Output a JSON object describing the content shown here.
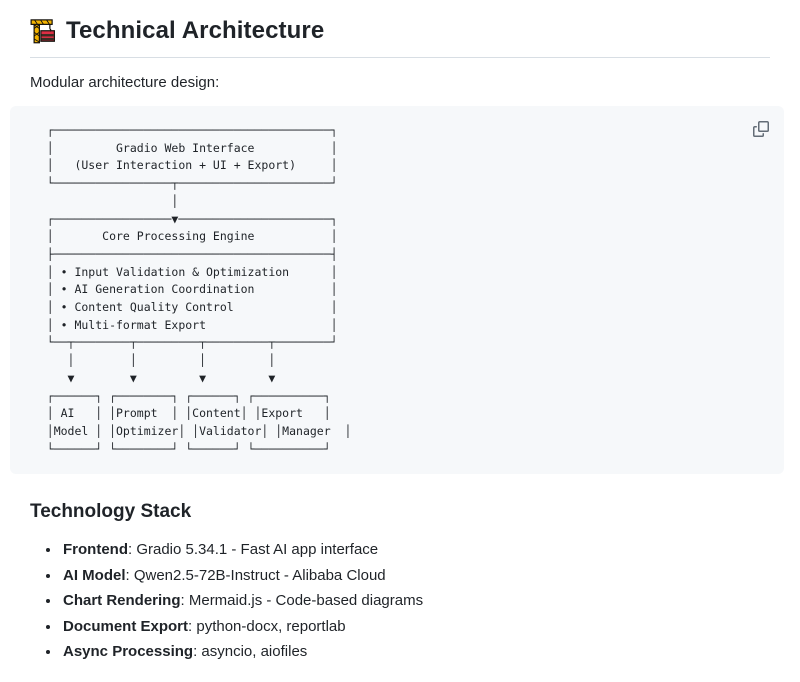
{
  "header": {
    "title": "Technical Architecture",
    "icon": "building-construction-emoji"
  },
  "intro": {
    "text": "Modular architecture design:"
  },
  "code_block": {
    "bg_color": "#f6f8fa",
    "text_color": "#1f2328",
    "copy_icon": "copy-icon",
    "lines": [
      "   ┌────────────────────────────────────────┐",
      "   │         Gradio Web Interface           │",
      "   │   (User Interaction + UI + Export)     │",
      "   └─────────────────┬──────────────────────┘",
      "                     │",
      "   ┌─────────────────▼──────────────────────┐",
      "   │       Core Processing Engine           │",
      "   ├────────────────────────────────────────┤",
      "   │ • Input Validation & Optimization      │",
      "   │ • AI Generation Coordination           │",
      "   │ • Content Quality Control              │",
      "   │ • Multi-format Export                  │",
      "   └──┬────────┬─────────┬─────────┬────────┘",
      "      │        │         │         │",
      "      ▼        ▼         ▼         ▼",
      "   ┌──────┐ ┌────────┐ ┌──────┐ ┌──────────┐",
      "   │ AI   │ │Prompt  │ │Content│ │Export   │",
      "   │Model │ │Optimizer│ │Validator│ │Manager  │",
      "   └──────┘ └────────┘ └──────┘ └──────────┘"
    ]
  },
  "tech_stack": {
    "title": "Technology Stack",
    "items": [
      {
        "label": "Frontend",
        "text": ": Gradio 5.34.1 - Fast AI app interface"
      },
      {
        "label": "AI Model",
        "text": ": Qwen2.5-72B-Instruct - Alibaba Cloud"
      },
      {
        "label": "Chart Rendering",
        "text": ": Mermaid.js - Code-based diagrams"
      },
      {
        "label": "Document Export",
        "text": ": python-docx, reportlab"
      },
      {
        "label": "Async Processing",
        "text": ": asyncio, aiofiles"
      }
    ]
  },
  "colors": {
    "text": "#1f2328",
    "code_bg": "#f6f8fa",
    "divider": "#d8dee4",
    "icon_gray": "#636c76"
  }
}
